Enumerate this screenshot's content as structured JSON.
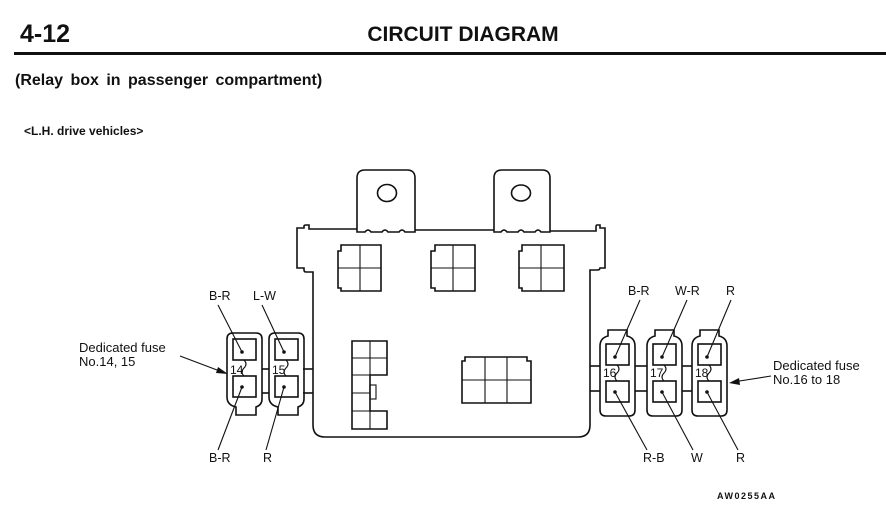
{
  "header": {
    "page_number": "4-12",
    "title": "CIRCUIT DIAGRAM"
  },
  "section_title": "(Relay box in passenger compartment)",
  "variant": "<L.H. drive vehicles>",
  "diagram": {
    "component": "Relay box",
    "left_callout": {
      "line1": "Dedicated fuse",
      "line2": "No.14, 15"
    },
    "right_callout": {
      "line1": "Dedicated fuse",
      "line2": "No.16 to 18"
    },
    "fuses": [
      {
        "number": "14",
        "top_wire": "B-R",
        "bottom_wire": "B-R"
      },
      {
        "number": "15",
        "top_wire": "L-W",
        "bottom_wire": "R"
      },
      {
        "number": "16",
        "top_wire": "B-R",
        "bottom_wire": "R-B"
      },
      {
        "number": "17",
        "top_wire": "W-R",
        "bottom_wire": "W"
      },
      {
        "number": "18",
        "top_wire": "R",
        "bottom_wire": "R"
      }
    ]
  },
  "figure_code": "AW0255AA"
}
